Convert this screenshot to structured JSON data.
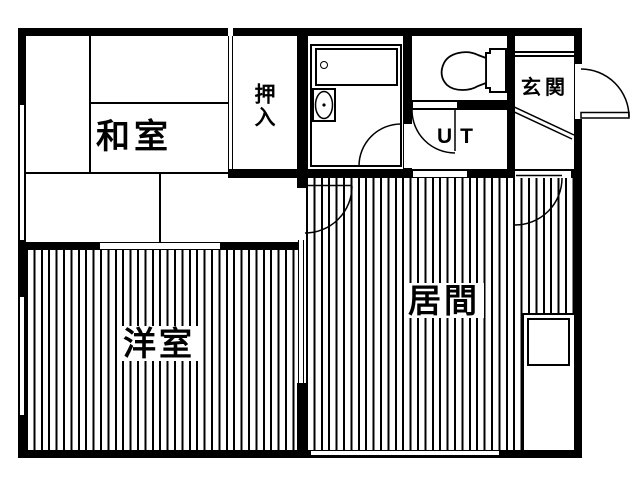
{
  "plan": {
    "title": "apartment-floor-plan",
    "rooms": {
      "washitsu": {
        "label": "和室"
      },
      "oshiire": {
        "label": "押入"
      },
      "genkan": {
        "label": "玄関"
      },
      "ut": {
        "label": "UT"
      },
      "ima": {
        "label": "居間"
      },
      "youshitsu": {
        "label": "洋室"
      }
    },
    "colors": {
      "wall": "#000000",
      "floor": "#ffffff",
      "flooring_stripe": "#000000"
    }
  }
}
